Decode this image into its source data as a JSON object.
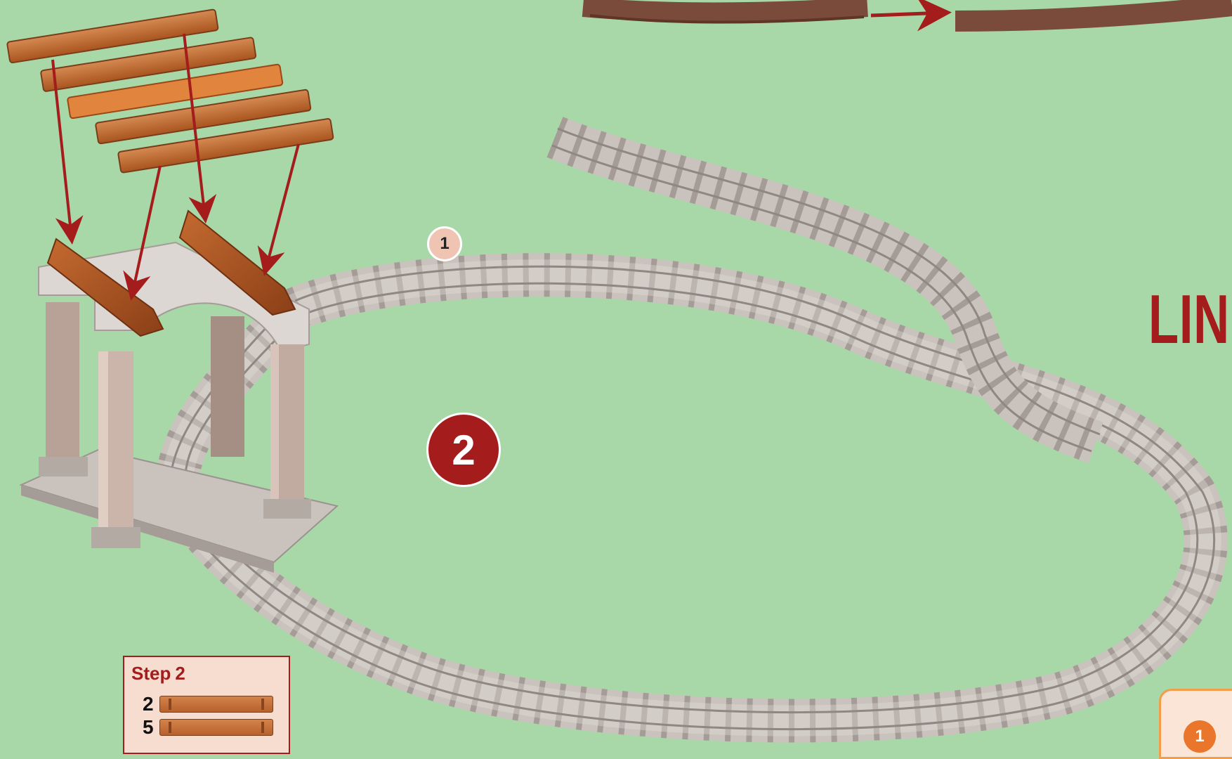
{
  "step_box": {
    "title": "Step",
    "number": "2",
    "parts": [
      {
        "qty": "2",
        "item": "plank-piece"
      },
      {
        "qty": "5",
        "item": "plank-piece"
      }
    ]
  },
  "step_badge": "2",
  "sub_step_badge": "1",
  "side_title": "LIN",
  "page_number": "1",
  "colors": {
    "background": "#a8d8a8",
    "accent_red": "#a51c1c",
    "track": "#c9c2bd",
    "wood": "#b8612c",
    "page_tab_orange": "#e9762b"
  }
}
